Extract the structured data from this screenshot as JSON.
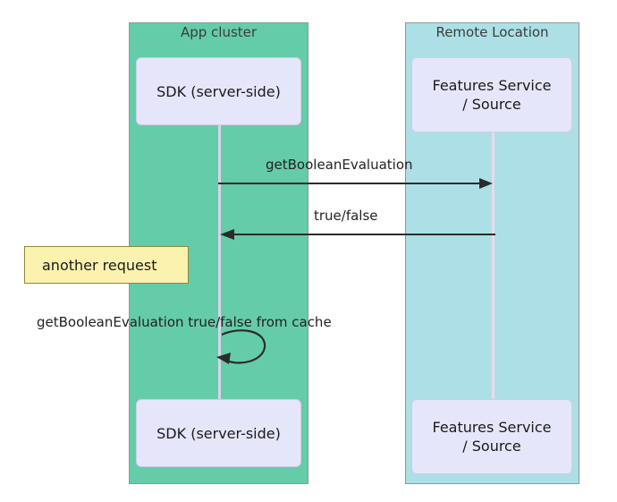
{
  "diagram": {
    "type": "sequence-diagram",
    "groups": [
      {
        "id": "app-cluster",
        "title": "App cluster",
        "color": "#65CCA9"
      },
      {
        "id": "remote-location",
        "title": "Remote Location",
        "color": "#ACE0E6"
      }
    ],
    "participants": [
      {
        "id": "sdk",
        "label": "SDK (server-side)",
        "group": "app-cluster",
        "color": "#E6E6FA"
      },
      {
        "id": "features",
        "label_line1": "Features Service",
        "label_line2": "/ Source",
        "group": "remote-location",
        "color": "#E6E6FA"
      }
    ],
    "messages": [
      {
        "id": "request",
        "label": "getBooleanEvaluation",
        "from": "sdk",
        "to": "features",
        "direction": "right"
      },
      {
        "id": "response",
        "label": "true/false",
        "from": "features",
        "to": "sdk",
        "direction": "left"
      },
      {
        "id": "self-call",
        "label": "getBooleanEvaluation true/false from cache",
        "from": "sdk",
        "to": "sdk",
        "direction": "self"
      }
    ],
    "notes": [
      {
        "id": "another-request",
        "label": "another request",
        "fill": "#FAF2AE",
        "border": "#8F8A3A"
      }
    ],
    "line_color": "#2b2b2b",
    "background": "#ffffff"
  }
}
